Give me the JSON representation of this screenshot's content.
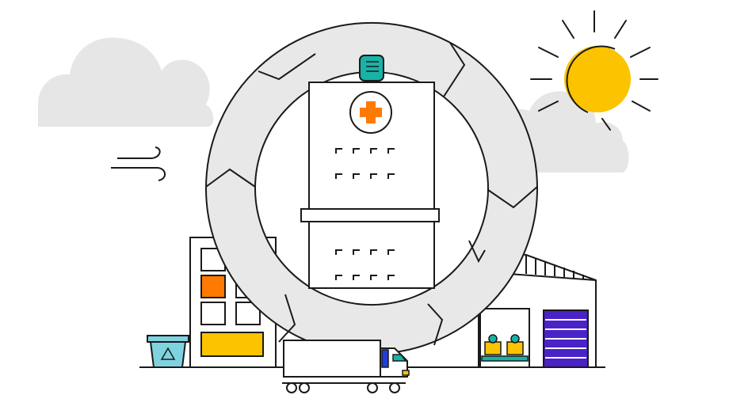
{
  "scene": {
    "elements": [
      "cloud-left",
      "cloud-right",
      "sun",
      "wind-lines",
      "cycle-ring",
      "hospital-building",
      "medical-cross",
      "document-icon",
      "office-building",
      "recycling-bin",
      "delivery-truck",
      "warehouse",
      "warehouse-door",
      "pallet-goods"
    ]
  },
  "colors": {
    "outline": "#1a1a1a",
    "cloud": "#e6e6e7",
    "ring": "#e8e8e9",
    "sun": "#fbc300",
    "accent_orange": "#ff7a00",
    "accent_yellow": "#fbc300",
    "accent_teal": "#18b3a6",
    "recycle_bin": "#7fd3e0",
    "door_purple": "#4a22c8",
    "truck_blue": "#1f3fd6"
  },
  "icons": {
    "cross": "medical-cross-icon",
    "document": "document-icon",
    "recycle": "recycle-icon"
  }
}
